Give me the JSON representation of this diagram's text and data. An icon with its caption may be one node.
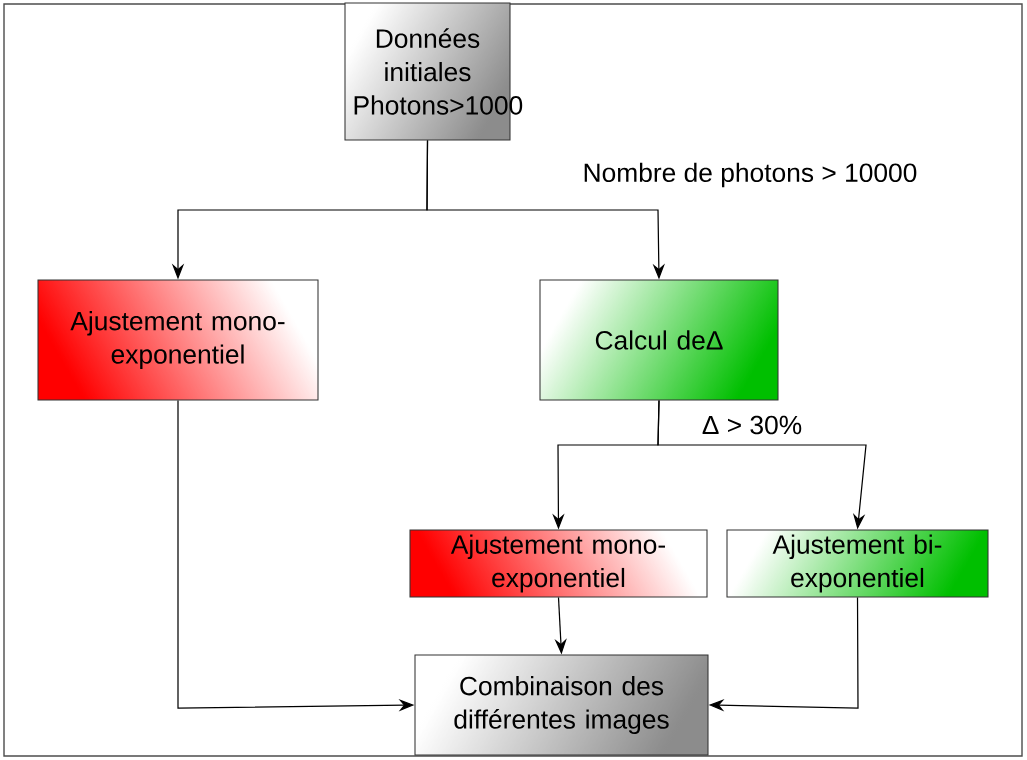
{
  "diagram": {
    "nodes": [
      {
        "text": [
          "Données initiales Photons>1000"
        ]
      },
      {
        "text": [
          "Ajustement mono-exponentiel"
        ]
      },
      {
        "text": [
          "Calcul deΔ"
        ]
      },
      {
        "text": [
          "Ajustement mono-exponentiel"
        ]
      },
      {
        "text": [
          "Ajustement bi-exponentiel"
        ]
      },
      {
        "text": [
          "Combinaison des différentes images"
        ]
      }
    ],
    "edges": [
      {
        "from": 0,
        "to": 1,
        "arrow": "to"
      },
      {
        "from": 0,
        "to": 2,
        "arrow": "to",
        "label": "Nombre de photons > 10000"
      },
      {
        "from": 2,
        "to": 3,
        "arrow": "to"
      },
      {
        "from": 2,
        "to": 4,
        "arrow": "to",
        "label": "Δ > 30%"
      },
      {
        "from": 1,
        "to": 5,
        "arrow": "to"
      },
      {
        "from": 3,
        "to": 5,
        "arrow": "to"
      },
      {
        "from": 4,
        "to": 5,
        "arrow": "to"
      }
    ]
  }
}
